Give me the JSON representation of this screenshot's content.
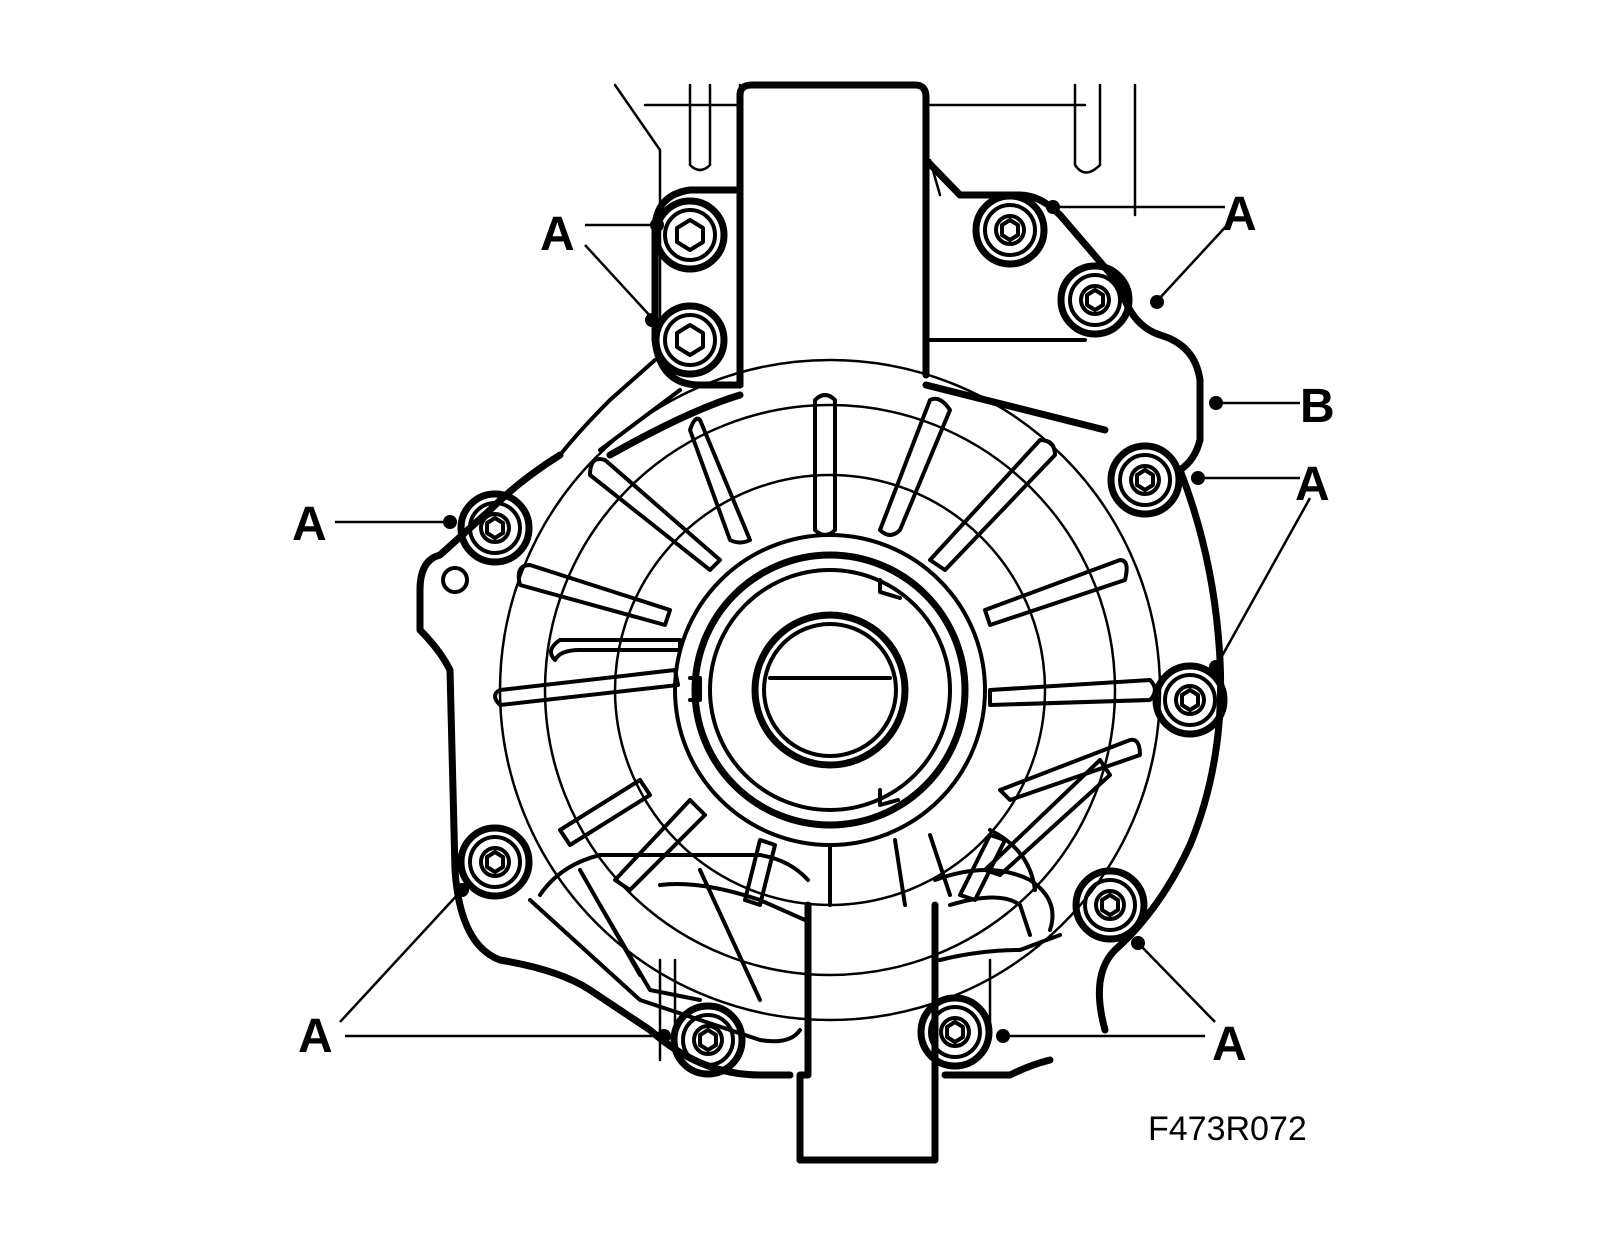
{
  "figure_code": "F473R072",
  "callouts": [
    {
      "id": "a1",
      "label": "A"
    },
    {
      "id": "a2",
      "label": "A"
    },
    {
      "id": "a3",
      "label": "A"
    },
    {
      "id": "b1",
      "label": "B"
    },
    {
      "id": "a4",
      "label": "A"
    },
    {
      "id": "a5",
      "label": "A"
    },
    {
      "id": "a6",
      "label": "A"
    }
  ]
}
